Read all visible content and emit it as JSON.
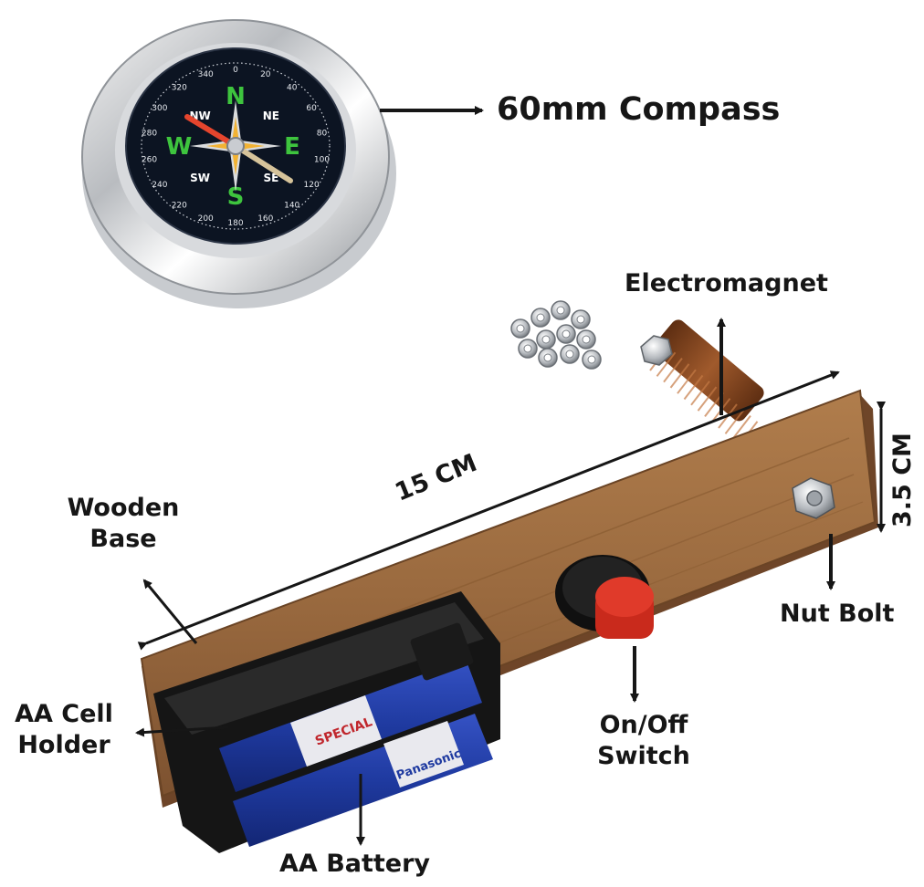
{
  "labels": {
    "compass": "60mm Compass",
    "electromagnet": "Electromagnet",
    "wooden_base_line1": "Wooden",
    "wooden_base_line2": "Base",
    "length": "15 CM",
    "width": "3.5 CM",
    "nut_bolt": "Nut Bolt",
    "switch_line1": "On/Off",
    "switch_line2": "Switch",
    "cell_holder_line1": "AA Cell",
    "cell_holder_line2": "Holder",
    "battery": "AA Battery"
  },
  "compass_dial": {
    "cardinals": [
      "N",
      "E",
      "S",
      "W"
    ],
    "intercardinals": [
      "NE",
      "SE",
      "SW",
      "NW"
    ],
    "degrees": [
      "0",
      "20",
      "40",
      "60",
      "80",
      "100",
      "120",
      "140",
      "160",
      "180",
      "200",
      "220",
      "240",
      "260",
      "280",
      "300",
      "320",
      "340"
    ]
  },
  "battery_text": {
    "brand": "Panasonic",
    "line": "SPECIAL"
  },
  "colors": {
    "label_text": "#161616",
    "wood": "#9a6a3f",
    "compass_face": "#0c1422",
    "compass_green": "#3ec43e",
    "switch_red": "#e03a2a",
    "battery_blue": "#1f3aa0",
    "copper_coil": "#8a4a22"
  }
}
